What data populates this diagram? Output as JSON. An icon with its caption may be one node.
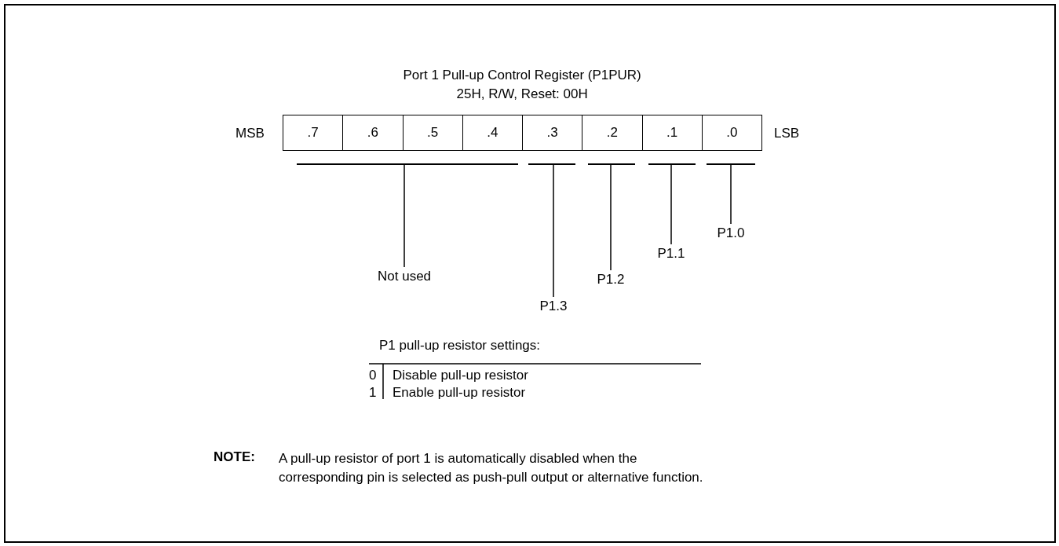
{
  "diagram": {
    "title": "Port 1 Pull-up Control Register (P1PUR)",
    "nodes": [
      {
        "text": [
          ".7"
        ]
      },
      {
        "text": [
          ".6"
        ]
      },
      {
        "text": [
          ".5"
        ]
      },
      {
        "text": [
          ".4"
        ]
      },
      {
        "text": [
          ".3"
        ]
      },
      {
        "text": [
          ".2"
        ]
      },
      {
        "text": [
          ".1"
        ]
      },
      {
        "text": [
          ".0"
        ]
      },
      {
        "text": [],
        "shape": "bar"
      },
      {
        "text": [],
        "shape": "bar"
      },
      {
        "text": [],
        "shape": "bar"
      },
      {
        "text": [],
        "shape": "bar"
      },
      {
        "text": [],
        "shape": "bar"
      },
      {
        "text": [
          "Not used"
        ]
      },
      {
        "text": [
          "P1.3"
        ]
      },
      {
        "text": [
          "P1.2"
        ]
      },
      {
        "text": [
          "P1.1"
        ]
      },
      {
        "text": [
          "P1.0"
        ]
      }
    ],
    "edges": [
      {
        "from": 13,
        "to": 8,
        "arrow": "none"
      },
      {
        "from": 14,
        "to": 9,
        "arrow": "none"
      },
      {
        "from": 15,
        "to": 10,
        "arrow": "none"
      },
      {
        "from": 16,
        "to": 11,
        "arrow": "none"
      },
      {
        "from": 17,
        "to": 12,
        "arrow": "none"
      }
    ],
    "labels": [
      "25H, R/W, Reset: 00H",
      "MSB",
      "LSB",
      "P1 pull-up resistor settings:",
      "0",
      "Disable pull-up resistor",
      "1",
      "Enable pull-up resistor",
      "NOTE:",
      "A pull-up resistor of port 1 is automatically disabled when the corresponding pin is selected as push-pull output or alternative function."
    ]
  }
}
